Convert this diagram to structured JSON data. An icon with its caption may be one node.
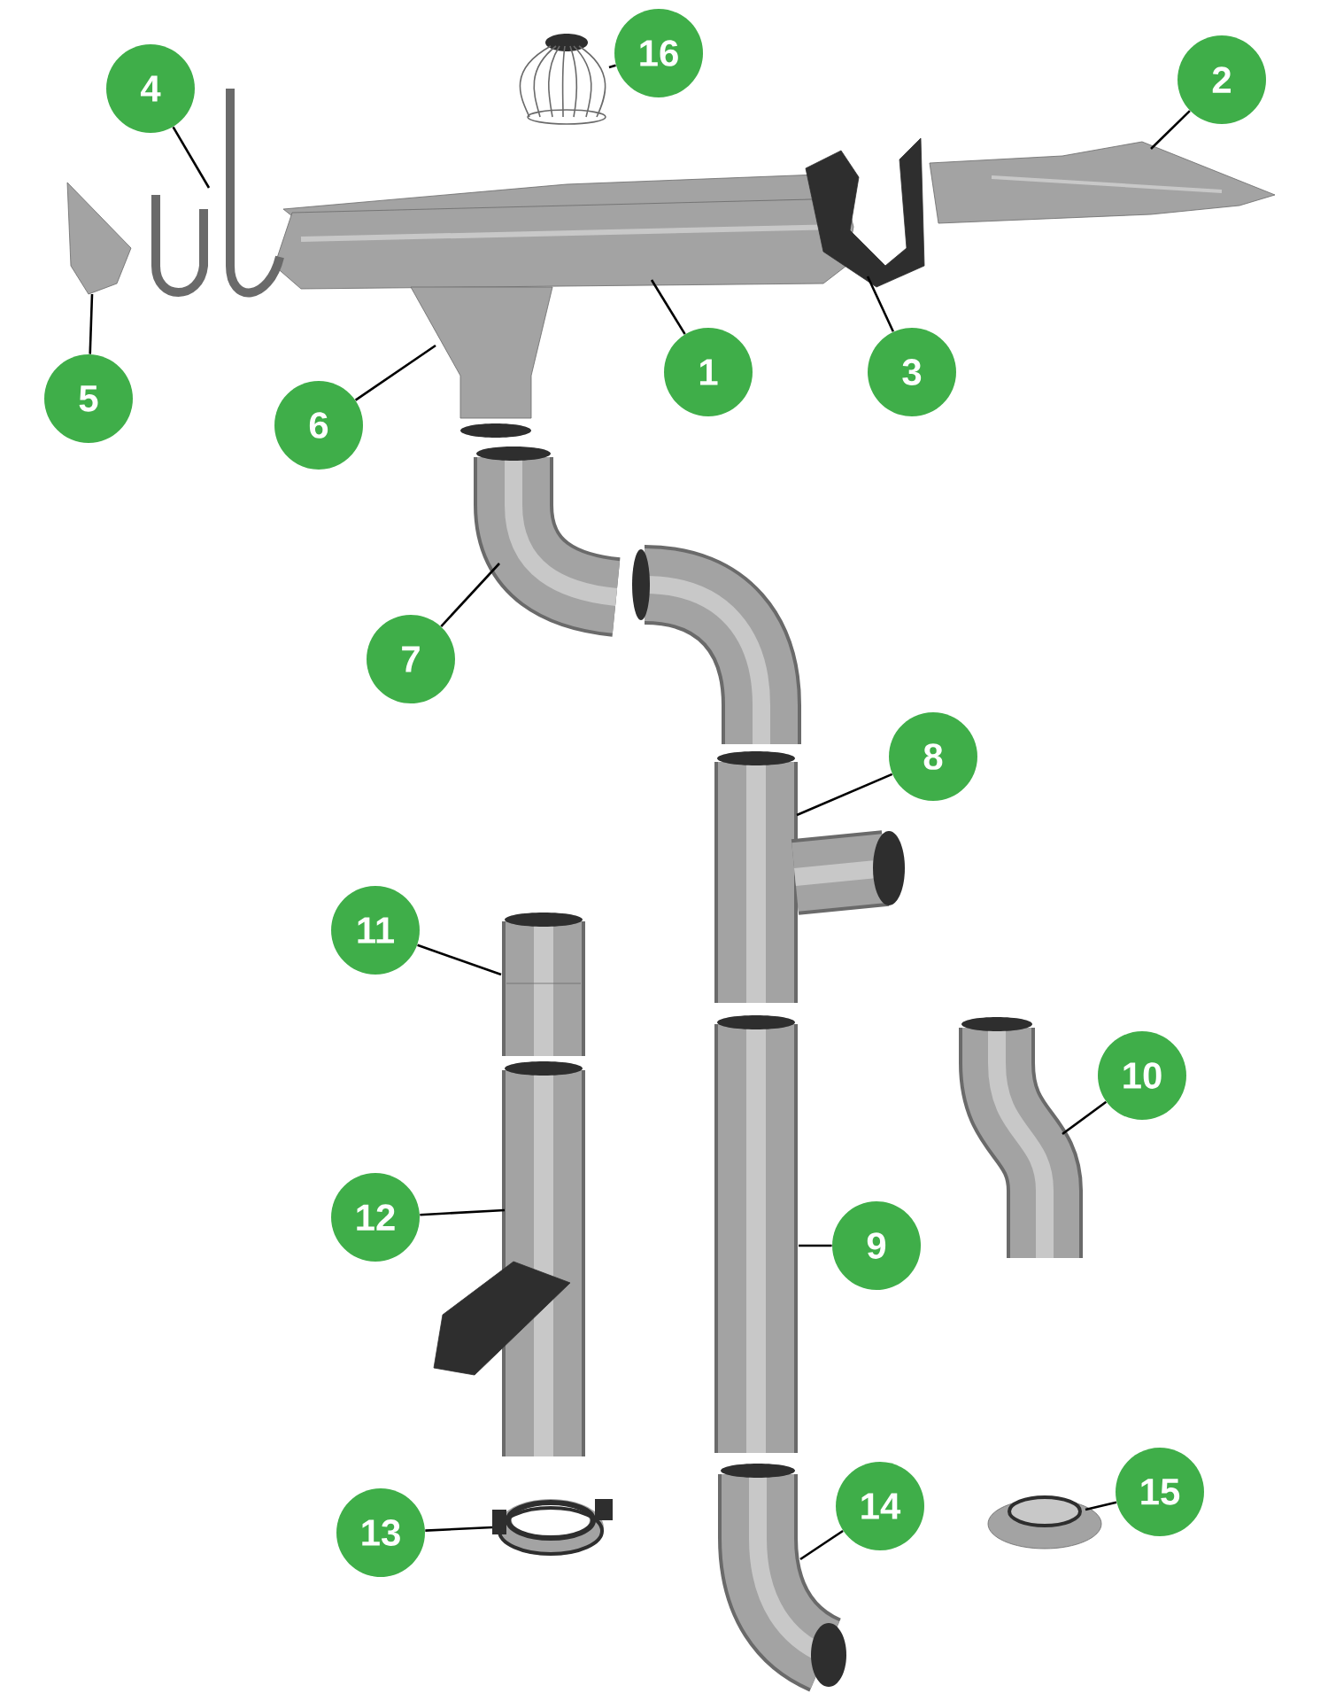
{
  "diagram": {
    "nodes": [
      {
        "text": [
          "1"
        ]
      },
      {
        "text": [
          "2"
        ]
      },
      {
        "text": [
          "3"
        ]
      },
      {
        "text": [
          "4"
        ]
      },
      {
        "text": [
          "5"
        ]
      },
      {
        "text": [
          "6"
        ]
      },
      {
        "text": [
          "7"
        ]
      },
      {
        "text": [
          "8"
        ]
      },
      {
        "text": [
          "9"
        ]
      },
      {
        "text": [
          "10"
        ]
      },
      {
        "text": [
          "11"
        ]
      },
      {
        "text": [
          "12"
        ]
      },
      {
        "text": [
          "13"
        ]
      },
      {
        "text": [
          "14"
        ]
      },
      {
        "text": [
          "15"
        ]
      },
      {
        "text": [
          "16"
        ]
      },
      {
        "text": [],
        "shape": "picture"
      },
      {
        "text": [],
        "shape": "picture"
      },
      {
        "text": [],
        "shape": "picture"
      },
      {
        "text": [],
        "shape": "picture"
      },
      {
        "text": [],
        "shape": "picture"
      },
      {
        "text": [],
        "shape": "picture"
      },
      {
        "text": [],
        "shape": "picture"
      },
      {
        "text": [],
        "shape": "picture"
      },
      {
        "text": [],
        "shape": "picture"
      },
      {
        "text": [],
        "shape": "picture"
      },
      {
        "text": [],
        "shape": "picture"
      },
      {
        "text": [],
        "shape": "picture"
      },
      {
        "text": [],
        "shape": "picture"
      },
      {
        "text": [],
        "shape": "picture"
      },
      {
        "text": [],
        "shape": "picture"
      },
      {
        "text": [],
        "shape": "picture"
      }
    ],
    "edges": [
      {
        "from": 0,
        "to": 16,
        "arrow": "none"
      },
      {
        "from": 1,
        "to": 17,
        "arrow": "none"
      },
      {
        "from": 2,
        "to": 18,
        "arrow": "none"
      },
      {
        "from": 3,
        "to": 19,
        "arrow": "none"
      },
      {
        "from": 4,
        "to": 20,
        "arrow": "none"
      },
      {
        "from": 5,
        "to": 21,
        "arrow": "none"
      },
      {
        "from": 6,
        "to": 22,
        "arrow": "none"
      },
      {
        "from": 7,
        "to": 23,
        "arrow": "none"
      },
      {
        "from": 8,
        "to": 24,
        "arrow": "none"
      },
      {
        "from": 9,
        "to": 25,
        "arrow": "none"
      },
      {
        "from": 10,
        "to": 26,
        "arrow": "none"
      },
      {
        "from": 11,
        "to": 27,
        "arrow": "none"
      },
      {
        "from": 12,
        "to": 28,
        "arrow": "none"
      },
      {
        "from": 13,
        "to": 29,
        "arrow": "none"
      },
      {
        "from": 14,
        "to": 30,
        "arrow": "none"
      },
      {
        "from": 15,
        "to": 31,
        "arrow": "none"
      }
    ]
  }
}
